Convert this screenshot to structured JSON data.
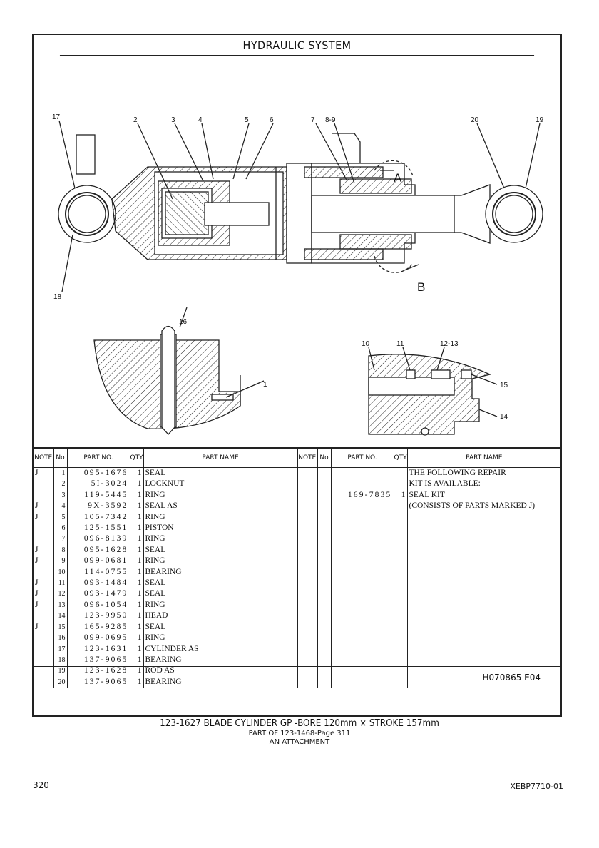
{
  "title": "HYDRAULIC SYSTEM",
  "callouts": {
    "c17": "17",
    "c2": "2",
    "c3": "3",
    "c4": "4",
    "c5": "5",
    "c6": "6",
    "c7": "7",
    "c89": "8-9",
    "c20": "20",
    "c19": "19",
    "c18": "18",
    "cA": "A",
    "cB": "B",
    "c16": "16",
    "c1": "1",
    "c10": "10",
    "c11": "11",
    "c1213": "12-13",
    "c15": "15",
    "c14": "14",
    "detailA": "A",
    "detailB": "B"
  },
  "table_headers": {
    "note": "NOTE",
    "no": "No",
    "part_no": "PART NO.",
    "qty": "QTY",
    "part_name": "PART NAME"
  },
  "parts_left": [
    {
      "note": "J",
      "no": "1",
      "part_no": "095-1676",
      "qty": "1",
      "name": "SEAL"
    },
    {
      "note": "",
      "no": "2",
      "part_no": "5I-3024",
      "qty": "1",
      "name": "LOCKNUT"
    },
    {
      "note": "",
      "no": "3",
      "part_no": "119-5445",
      "qty": "1",
      "name": "RING"
    },
    {
      "note": "J",
      "no": "4",
      "part_no": "9X-3592",
      "qty": "1",
      "name": "SEAL AS"
    },
    {
      "note": "J",
      "no": "5",
      "part_no": "105-7342",
      "qty": "1",
      "name": "RING"
    },
    {
      "note": "",
      "no": "6",
      "part_no": "125-1551",
      "qty": "1",
      "name": "PISTON"
    },
    {
      "note": "",
      "no": "7",
      "part_no": "096-8139",
      "qty": "1",
      "name": "RING"
    },
    {
      "note": "J",
      "no": "8",
      "part_no": "095-1628",
      "qty": "1",
      "name": "SEAL"
    },
    {
      "note": "J",
      "no": "9",
      "part_no": "099-0681",
      "qty": "1",
      "name": "RING"
    },
    {
      "note": "",
      "no": "10",
      "part_no": "114-0755",
      "qty": "1",
      "name": "BEARING"
    },
    {
      "note": "J",
      "no": "11",
      "part_no": "093-1484",
      "qty": "1",
      "name": "SEAL"
    },
    {
      "note": "J",
      "no": "12",
      "part_no": "093-1479",
      "qty": "1",
      "name": "SEAL"
    },
    {
      "note": "J",
      "no": "13",
      "part_no": "096-1054",
      "qty": "1",
      "name": "RING"
    },
    {
      "note": "",
      "no": "14",
      "part_no": "123-9950",
      "qty": "1",
      "name": "HEAD"
    },
    {
      "note": "J",
      "no": "15",
      "part_no": "165-9285",
      "qty": "1",
      "name": "SEAL"
    },
    {
      "note": "",
      "no": "16",
      "part_no": "099-0695",
      "qty": "1",
      "name": "RING"
    },
    {
      "note": "",
      "no": "17",
      "part_no": "123-1631",
      "qty": "1",
      "name": "CYLINDER AS"
    },
    {
      "note": "",
      "no": "18",
      "part_no": "137-9065",
      "qty": "1",
      "name": " BEARING"
    },
    {
      "note": "",
      "no": "19",
      "part_no": "123-1628",
      "qty": "1",
      "name": "ROD AS"
    },
    {
      "note": "",
      "no": "20",
      "part_no": "137-9065",
      "qty": "1",
      "name": " BEARING"
    }
  ],
  "parts_right": [
    {
      "note": "",
      "no": "",
      "part_no": "",
      "qty": "",
      "name": "THE FOLLOWING REPAIR"
    },
    {
      "note": "",
      "no": "",
      "part_no": "",
      "qty": "",
      "name": "KIT IS AVAILABLE:"
    },
    {
      "note": "",
      "no": "",
      "part_no": "169-7835",
      "qty": "1",
      "name": "SEAL KIT"
    },
    {
      "note": "",
      "no": "",
      "part_no": "",
      "qty": "",
      "name": "(CONSISTS OF PARTS MARKED J)"
    }
  ],
  "illustration_code": "H070865  E04",
  "caption_main": "123-1627 BLADE CYLINDER GP -BORE 120mm × STROKE 157mm",
  "caption_sub": "PART OF 123-1468-Page 311",
  "caption_sub2": "AN ATTACHMENT",
  "page_number": "320",
  "doc_code": "XEBP7710-01"
}
